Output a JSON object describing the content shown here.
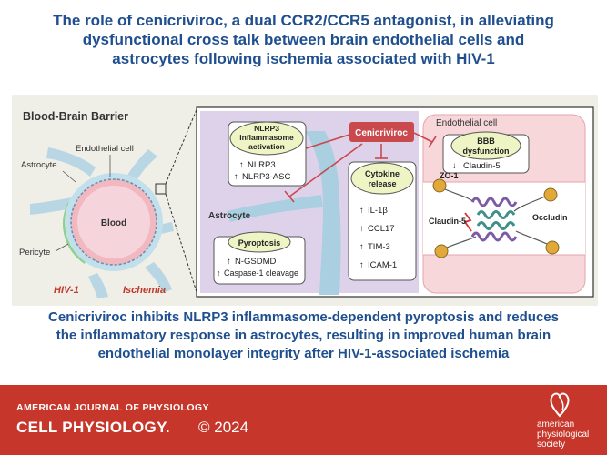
{
  "title": {
    "line1": "The role of cenicriviroc, a dual CCR2/CCR5 antagonist, in alleviating",
    "line2": "dysfunctional cross talk between brain endothelial cells and",
    "line3": "astrocytes  following ischemia associated with HIV-1"
  },
  "bbb": {
    "heading": "Blood-Brain Barrier",
    "endothelial_label": "Endothelial cell",
    "astrocyte_label": "Astrocyte",
    "blood_label": "Blood",
    "pericyte_label": "Pericyte",
    "hiv_label": "HIV-1",
    "ischemia_label": "Ischemia"
  },
  "mechanism": {
    "drug_label": "Cenicriviroc",
    "endothelial_cell_label": "Endothelial cell",
    "astrocyte_label": "Astrocyte",
    "nlrp3_title_1": "NLRP3",
    "nlrp3_title_2": "inflammasome",
    "nlrp3_title_3": "activation",
    "nlrp3_item_1": "NLRP3",
    "nlrp3_item_2": "NLRP3-ASC",
    "pyroptosis_title": "Pyroptosis",
    "pyroptosis_item_1": "N-GSDMD",
    "pyroptosis_item_2": "Caspase-1 cleavage",
    "cytokine_title_1": "Cytokine",
    "cytokine_title_2": "release",
    "cytokine_item_1": "IL-1β",
    "cytokine_item_2": "CCL17",
    "cytokine_item_3": "TIM-3",
    "cytokine_item_4": "ICAM-1",
    "bbb_title_1": "BBB",
    "bbb_title_2": "dysfunction",
    "bbb_item_1": "Claudin-5",
    "zo1_label": "ZO-1",
    "claudin_label": "Claudin-5",
    "occludin_label": "Occludin",
    "up_arrow": "↑",
    "down_arrow": "↓"
  },
  "summary": {
    "line1": "Cenicriviroc inhibits NLRP3 inflammasome-dependent pyroptosis and reduces",
    "line2": "the inflammatory response in astrocytes, resulting in improved human brain",
    "line3": "endothelial monolayer integrity after HIV-1-associated ischemia"
  },
  "footer": {
    "journal_top": "AMERICAN JOURNAL OF PHYSIOLOGY",
    "journal_bottom": "CELL PHYSIOLOGY.",
    "year": "© 2024",
    "society_1": "american",
    "society_2": "physiological",
    "society_3": "society"
  },
  "colors": {
    "title_blue": "#1f4f8f",
    "footer_red": "#c6362a",
    "drug_red": "#c9494d",
    "astrocyte_blue": "#a9cfe0",
    "endothelial_pink": "#f4c8cc",
    "panel_bg": "#efeee7"
  }
}
